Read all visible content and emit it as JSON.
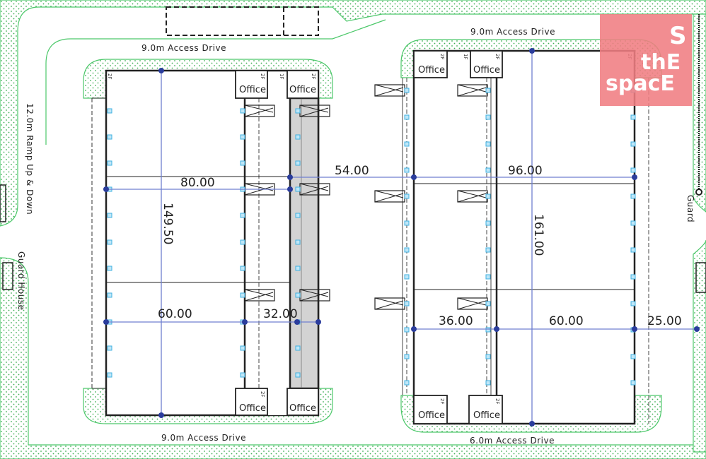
{
  "labels": {
    "top_left_drive": "9.0m  Access  Drive",
    "top_right_drive": "9.0m  Access  Drive",
    "bottom_left_drive": "9.0m  Access  Drive",
    "bottom_right_drive": "6.0m  Access  Drive",
    "ramp": "12.0m  Ramp  Up & Down",
    "guard_house": "Guard House",
    "guard": "Guard"
  },
  "dimensions": {
    "left_width_top": "80.00",
    "gap": "54.00",
    "right_width": "96.00",
    "left_depth": "149.50",
    "right_depth": "161.00",
    "left_bay": "60.00",
    "left_canopy": "32.00",
    "right_canopy": "36.00",
    "right_bay": "60.00",
    "right_setback": "25.00"
  },
  "offices": {
    "label": "Office",
    "floor_2": "2F",
    "floor_1": "1F"
  },
  "logo": {
    "text_top": "thE",
    "text_bottom": "spacE",
    "letter": "S"
  },
  "colors": {
    "green": "#4cc86a",
    "blue": "#6f7fd0",
    "dot": "#2b3d9c",
    "gray": "#d3d3d3",
    "logo": "#f07d82"
  }
}
